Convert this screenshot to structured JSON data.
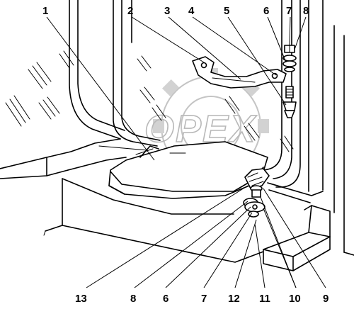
{
  "watermark": {
    "text": "OPEX"
  },
  "callouts_top": [
    {
      "id": "c1",
      "label": "1"
    },
    {
      "id": "c2",
      "label": "2"
    },
    {
      "id": "c3",
      "label": "3"
    },
    {
      "id": "c4",
      "label": "4"
    },
    {
      "id": "c5",
      "label": "5"
    },
    {
      "id": "c6",
      "label": "6"
    },
    {
      "id": "c7",
      "label": "7"
    },
    {
      "id": "c8",
      "label": "8"
    }
  ],
  "callouts_bottom": [
    {
      "id": "b13",
      "label": "13"
    },
    {
      "id": "b8",
      "label": "8"
    },
    {
      "id": "b6",
      "label": "6"
    },
    {
      "id": "b7",
      "label": "7"
    },
    {
      "id": "b12",
      "label": "12"
    },
    {
      "id": "b11",
      "label": "11"
    },
    {
      "id": "b10",
      "label": "10"
    },
    {
      "id": "b9",
      "label": "9"
    }
  ]
}
